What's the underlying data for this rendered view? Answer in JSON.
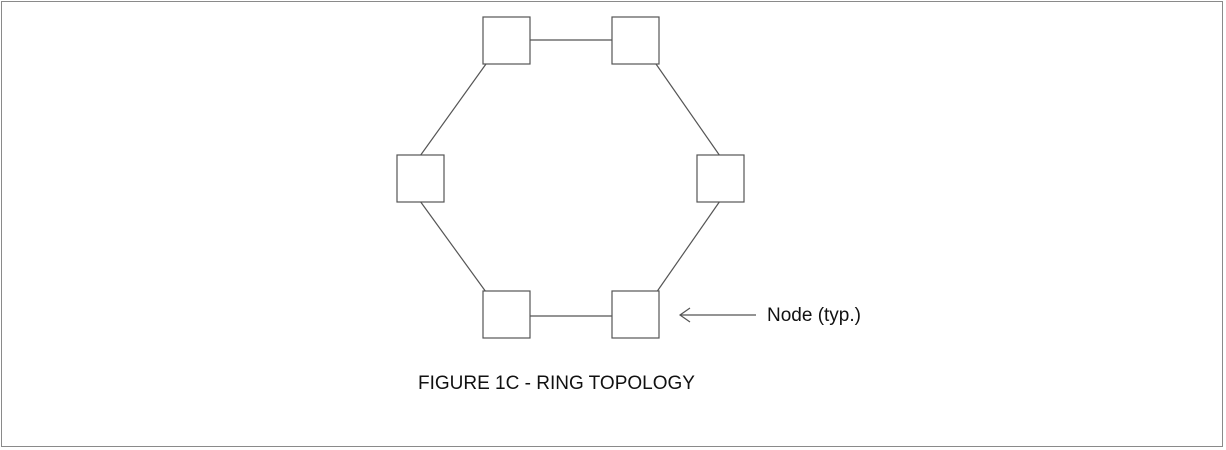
{
  "diagram": {
    "node_label": "Node (typ.)",
    "caption": "FIGURE 1C - RING TOPOLOGY",
    "nodes": [
      "n1",
      "n2",
      "n3",
      "n4",
      "n5",
      "n6"
    ],
    "links": [
      [
        "n1",
        "n2"
      ],
      [
        "n2",
        "n3"
      ],
      [
        "n3",
        "n4"
      ],
      [
        "n4",
        "n5"
      ],
      [
        "n5",
        "n6"
      ],
      [
        "n6",
        "n1"
      ]
    ],
    "stroke_color": "#555555"
  }
}
